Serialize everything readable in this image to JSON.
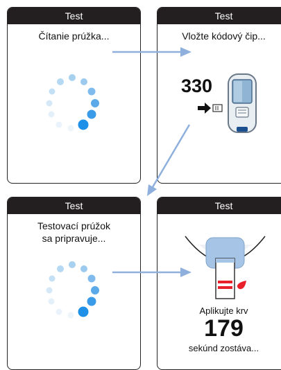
{
  "screens": [
    {
      "title": "Test",
      "message": "Čítanie prúžka..."
    },
    {
      "title": "Test",
      "message": "Vložte kódový čip...",
      "code": "330"
    },
    {
      "title": "Test",
      "message_line1": "Testovací prúžok",
      "message_line2": "sa pripravuje..."
    },
    {
      "title": "Test",
      "apply_label": "Aplikujte krv",
      "seconds": "179",
      "remaining_label": "sekúnd zostáva..."
    }
  ],
  "colors": {
    "arrow": "#8fb0dc",
    "spinner_dark": "#1e90e8",
    "blood": "#e8202a",
    "title_bar": "#231f20"
  },
  "icons": [
    "spinner-icon",
    "meter-icon",
    "code-chip-icon",
    "test-strip-icon",
    "blood-drop-icon",
    "arrow-right-icon"
  ]
}
